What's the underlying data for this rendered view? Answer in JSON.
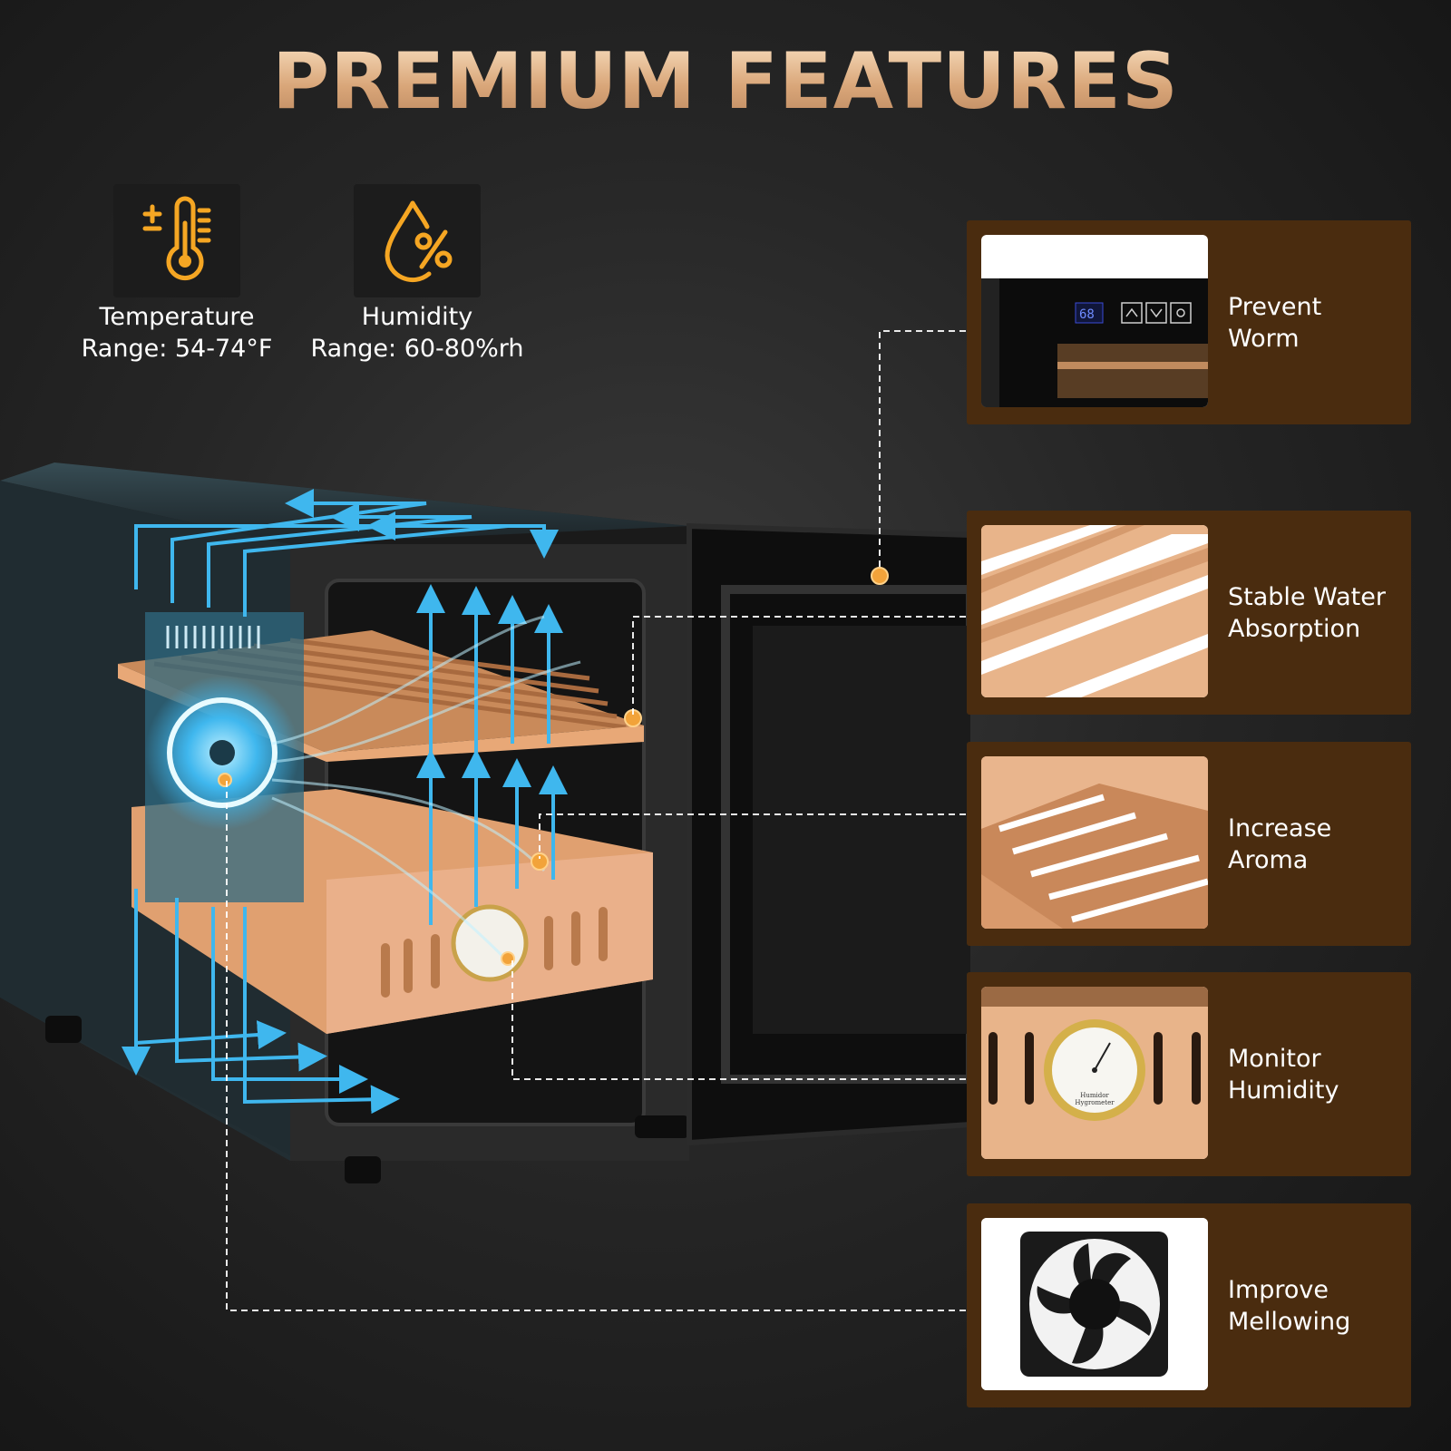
{
  "title": "PREMIUM FEATURES",
  "specs": [
    {
      "icon": "thermometer-icon",
      "line1": "Temperature",
      "line2": "Range: 54-74°F"
    },
    {
      "icon": "humidity-drop-icon",
      "line1": "Humidity",
      "line2": "Range: 60-80%rh"
    }
  ],
  "features": [
    {
      "line1": "Prevent",
      "line2": "Worm",
      "image": "control-panel",
      "display": "68"
    },
    {
      "line1": "Stable Water",
      "line2": "Absorption",
      "image": "cedar-shelf"
    },
    {
      "line1": "Increase",
      "line2": "Aroma",
      "image": "cedar-drawer"
    },
    {
      "line1": "Monitor",
      "line2": "Humidity",
      "image": "hygrometer",
      "hygrometer_text": [
        "Humidor",
        "Hygrometer"
      ]
    },
    {
      "line1": "Improve",
      "line2": "Mellowing",
      "image": "cooling-fan"
    }
  ],
  "colors": {
    "title_gold": "#e8c39a",
    "icon_orange": "#f5a623",
    "card_brown": "#4a2c0f",
    "airflow_blue": "#3fb7ee",
    "marker_orange": "#f2a33a",
    "cedar": "#e8a877"
  }
}
